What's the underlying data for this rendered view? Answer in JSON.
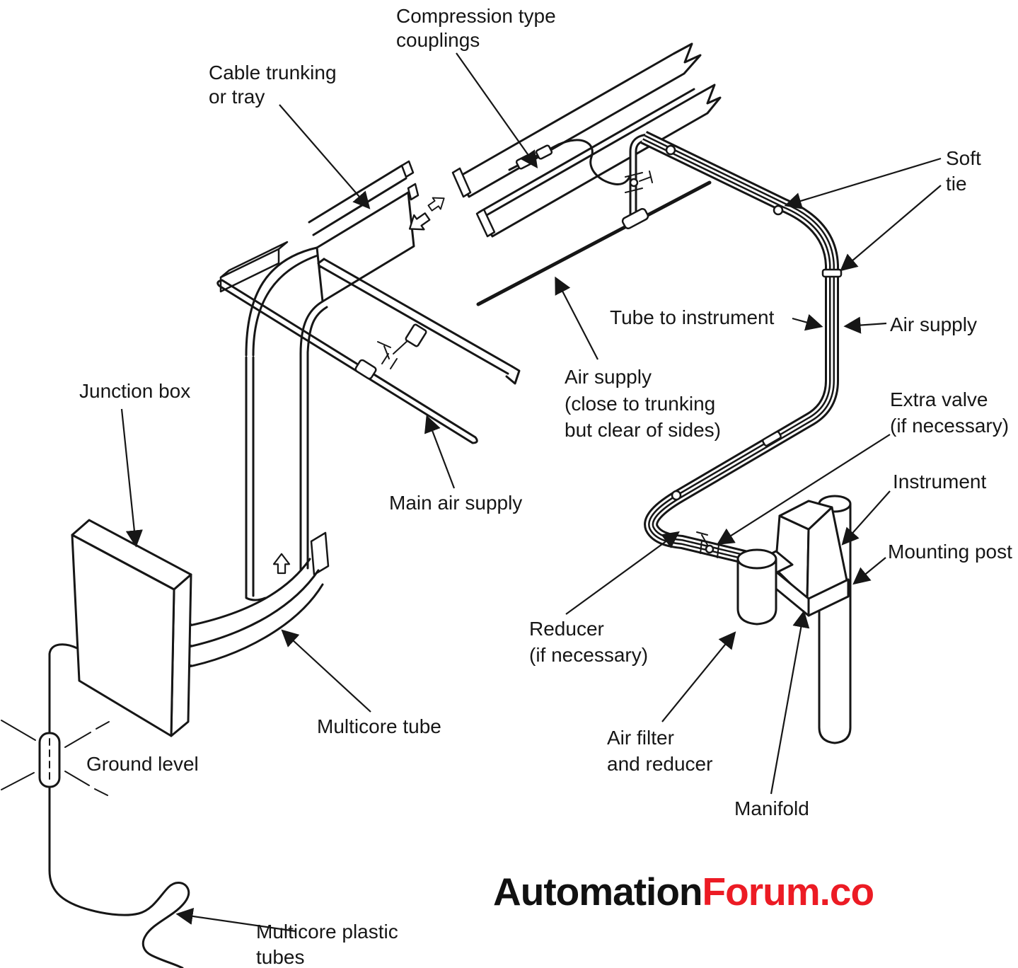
{
  "title": "Pneumatic instrument air supply and tubing installation diagram",
  "colors": {
    "ink": "#161616",
    "background": "#ffffff",
    "watermark_red": "#EC1B24",
    "watermark_black": "#111111"
  },
  "watermark": {
    "black_part": "Automation",
    "red_part": "Forum.co"
  },
  "labels": {
    "compression_type_couplings": {
      "l1": "Compression type",
      "l2": "couplings"
    },
    "cable_trunking": {
      "l1": "Cable trunking",
      "l2": "or tray"
    },
    "soft_tie": {
      "l1": "Soft",
      "l2": "tie"
    },
    "tube_to_instrument": {
      "l1": "Tube to instrument"
    },
    "air_supply": {
      "l1": "Air supply"
    },
    "air_supply_close": {
      "l1": "Air supply",
      "l2": "(close to trunking",
      "l3": "but clear of sides)"
    },
    "extra_valve": {
      "l1": "Extra valve",
      "l2": "(if necessary)"
    },
    "instrument": {
      "l1": "Instrument"
    },
    "mounting_post": {
      "l1": "Mounting post"
    },
    "junction_box": {
      "l1": "Junction box"
    },
    "main_air_supply": {
      "l1": "Main air supply"
    },
    "reducer": {
      "l1": "Reducer",
      "l2": "(if necessary)"
    },
    "multicore_tube": {
      "l1": "Multicore tube"
    },
    "air_filter_and_reducer": {
      "l1": "Air filter",
      "l2": "and reducer"
    },
    "manifold": {
      "l1": "Manifold"
    },
    "ground_level": {
      "l1": "Ground level"
    },
    "multicore_plastic_tubes": {
      "l1": "Multicore plastic",
      "l2": "tubes"
    }
  }
}
